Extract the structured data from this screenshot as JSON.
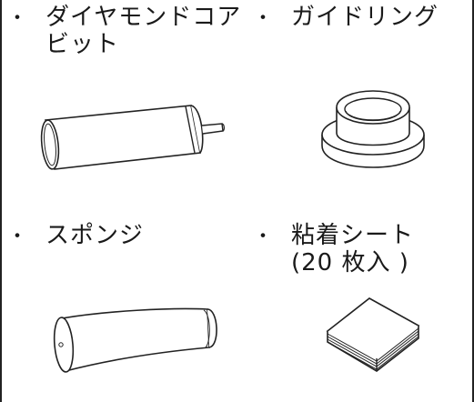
{
  "items": [
    {
      "bullet": "・",
      "label_lines": [
        "ダイヤモンドコア",
        "ビット"
      ],
      "illustration": "diamond-core-bit-icon"
    },
    {
      "bullet": "・",
      "label_lines": [
        "ガイドリング"
      ],
      "illustration": "guide-ring-icon"
    },
    {
      "bullet": "・",
      "label_lines": [
        "スポンジ"
      ],
      "illustration": "sponge-icon"
    },
    {
      "bullet": "・",
      "label_lines": [
        "粘着シート",
        "(20 枚入 )"
      ],
      "illustration": "adhesive-sheet-icon"
    }
  ]
}
